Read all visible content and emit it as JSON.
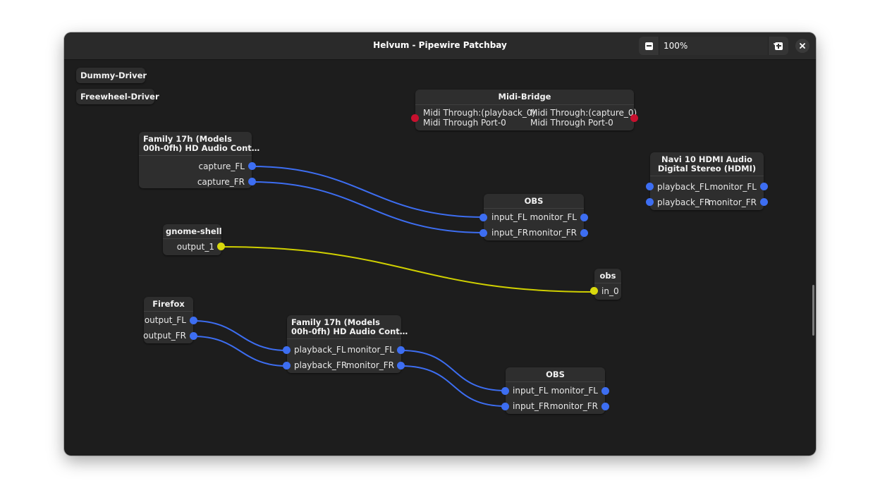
{
  "window": {
    "title": "Helvum - Pipewire Patchbay"
  },
  "zoom": {
    "value": "100%"
  },
  "icons": {
    "zoom_out": "minus-icon",
    "zoom_in": "plus-icon",
    "dropdown": "chevron-down-icon",
    "close": "close-icon"
  },
  "colors": {
    "audio_port": "#3d6ef2",
    "midi_port": "#c8102e",
    "video_port": "#d9d90d",
    "audio_link": "#3d6ef2",
    "video_link": "#d0d000"
  },
  "nodes": {
    "dummy_driver": {
      "title": "Dummy-Driver"
    },
    "freewheel_driver": {
      "title": "Freewheel-Driver"
    },
    "midi_bridge": {
      "title": "Midi-Bridge",
      "in_port_1": "Midi Through:(playback_0)",
      "in_port_2": "Midi Through Port-0",
      "out_port_1": "Midi Through:(capture_0)",
      "out_port_2": "Midi Through Port-0"
    },
    "family_capture": {
      "title_1": "Family 17h (Models",
      "title_2": "00h-0fh) HD Audio Cont…",
      "out_1": "capture_FL",
      "out_2": "capture_FR"
    },
    "navi_hdmi": {
      "title_1": "Navi 10 HDMI Audio",
      "title_2": "Digital Stereo (HDMI)",
      "in_1": "playback_FL",
      "in_2": "playback_FR",
      "out_1": "monitor_FL",
      "out_2": "monitor_FR"
    },
    "obs_1": {
      "title": "OBS",
      "in_1": "input_FL",
      "in_2": "input_FR",
      "out_1": "monitor_FL",
      "out_2": "monitor_FR"
    },
    "gnome_shell": {
      "title": "gnome-shell",
      "out_1": "output_1"
    },
    "obs_video": {
      "title": "obs",
      "in_1": "in_0"
    },
    "firefox": {
      "title": "Firefox",
      "out_1": "output_FL",
      "out_2": "output_FR"
    },
    "family_playback": {
      "title_1": "Family 17h (Models",
      "title_2": "00h-0fh) HD Audio Cont…",
      "in_1": "playback_FL",
      "in_2": "playback_FR",
      "out_1": "monitor_FL",
      "out_2": "monitor_FR"
    },
    "obs_2": {
      "title": "OBS",
      "in_1": "input_FL",
      "in_2": "input_FR",
      "out_1": "monitor_FL",
      "out_2": "monitor_FR"
    }
  }
}
